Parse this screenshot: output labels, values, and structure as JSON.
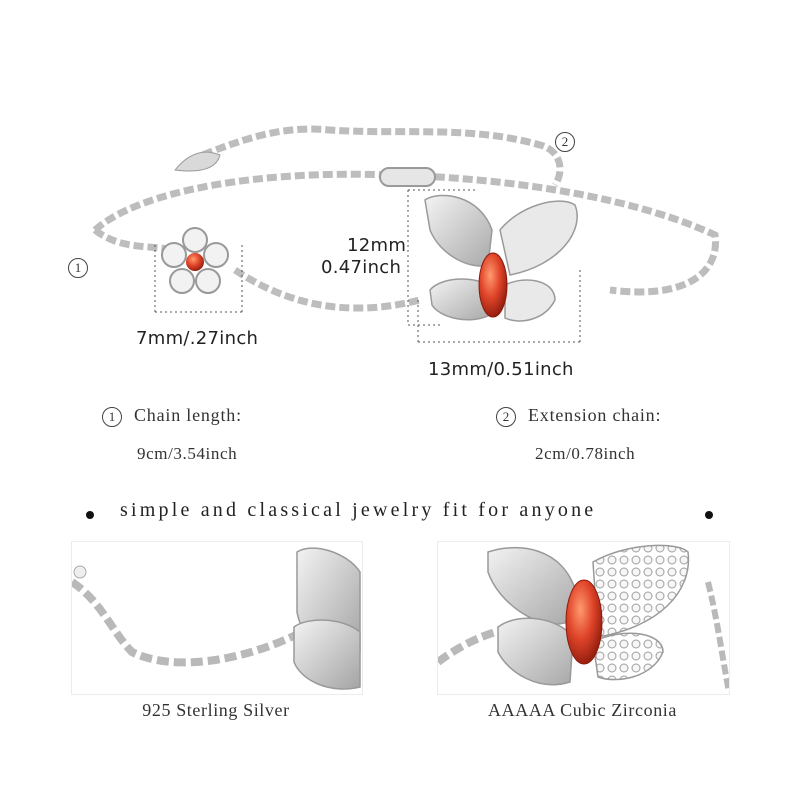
{
  "callouts": {
    "one": "1",
    "two": "2"
  },
  "dimensions": {
    "height_mm": "12mm",
    "height_inch": "0.47inch",
    "flower": "7mm/.27inch",
    "butterfly_width": "13mm/0.51inch"
  },
  "specs": {
    "chain_label": "Chain length:",
    "chain_value": "9cm/3.54inch",
    "ext_label": "Extension chain:",
    "ext_value": "2cm/0.78inch"
  },
  "tagline": "simple and classical jewelry fit for anyone",
  "captions": {
    "left": "925 Sterling Silver",
    "right": "AAAAA Cubic Zirconia"
  },
  "colors": {
    "silver": "#c9c9c9",
    "gem": "#e0452a",
    "dim_line": "#555555"
  }
}
